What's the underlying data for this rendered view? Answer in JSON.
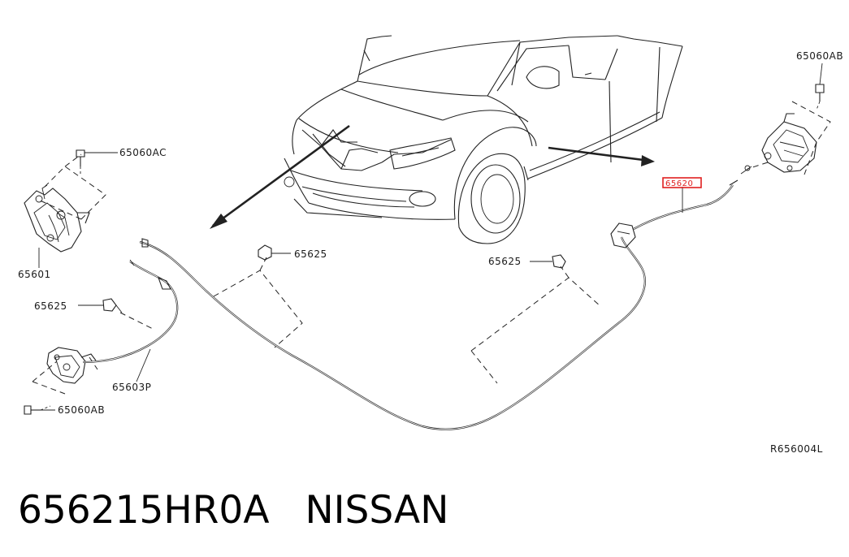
{
  "labels": {
    "hood_lock_bolt_top": "65060AC",
    "hood_lock": "65601",
    "clip_left": "65625",
    "clip_center": "65625",
    "clip_right": "65625",
    "secondary_cable": "65603P",
    "bolt_lower_left": "65060AB",
    "bolt_upper_right": "65060AB",
    "release_cable_highlighted": "65620",
    "reference_code": "R656004L"
  },
  "colors": {
    "highlight": "#e02020",
    "line": "#222222"
  },
  "footer": {
    "part_number": "656215HR0A",
    "brand": "NISSAN"
  }
}
